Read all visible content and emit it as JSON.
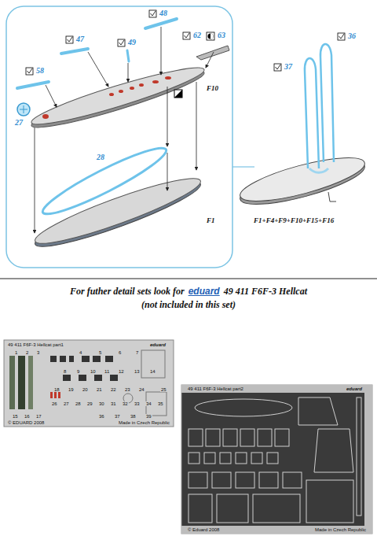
{
  "diagram": {
    "labels": [
      "48",
      "47",
      "49",
      "62",
      "63",
      "58",
      "F10",
      "27",
      "28",
      "F1",
      "37",
      "36",
      "F1+F4+F9+F10+F15+F16",
      "For futher detail sets look for",
      "eduard",
      "49 411 F6F-3 Hellcat",
      "(not included in this set)",
      "49 411 F6F-3 Hellcat part1",
      "eduard",
      "1",
      "2",
      "3",
      "4",
      "5",
      "6",
      "7",
      "8",
      "9",
      "10",
      "11",
      "12",
      "13",
      "14",
      "15",
      "16",
      "17",
      "18",
      "19",
      "20",
      "21",
      "22",
      "23",
      "24",
      "25",
      "26",
      "27",
      "28",
      "29",
      "30",
      "31",
      "32",
      "33",
      "34",
      "35",
      "36",
      "37",
      "38",
      "39",
      "© EDUARD 2008",
      "Made in Czech Republic",
      "49 411 F6F-3 Hellcat part2",
      "eduard",
      "© Eduard 2008",
      "Made in Czech Republic"
    ]
  }
}
